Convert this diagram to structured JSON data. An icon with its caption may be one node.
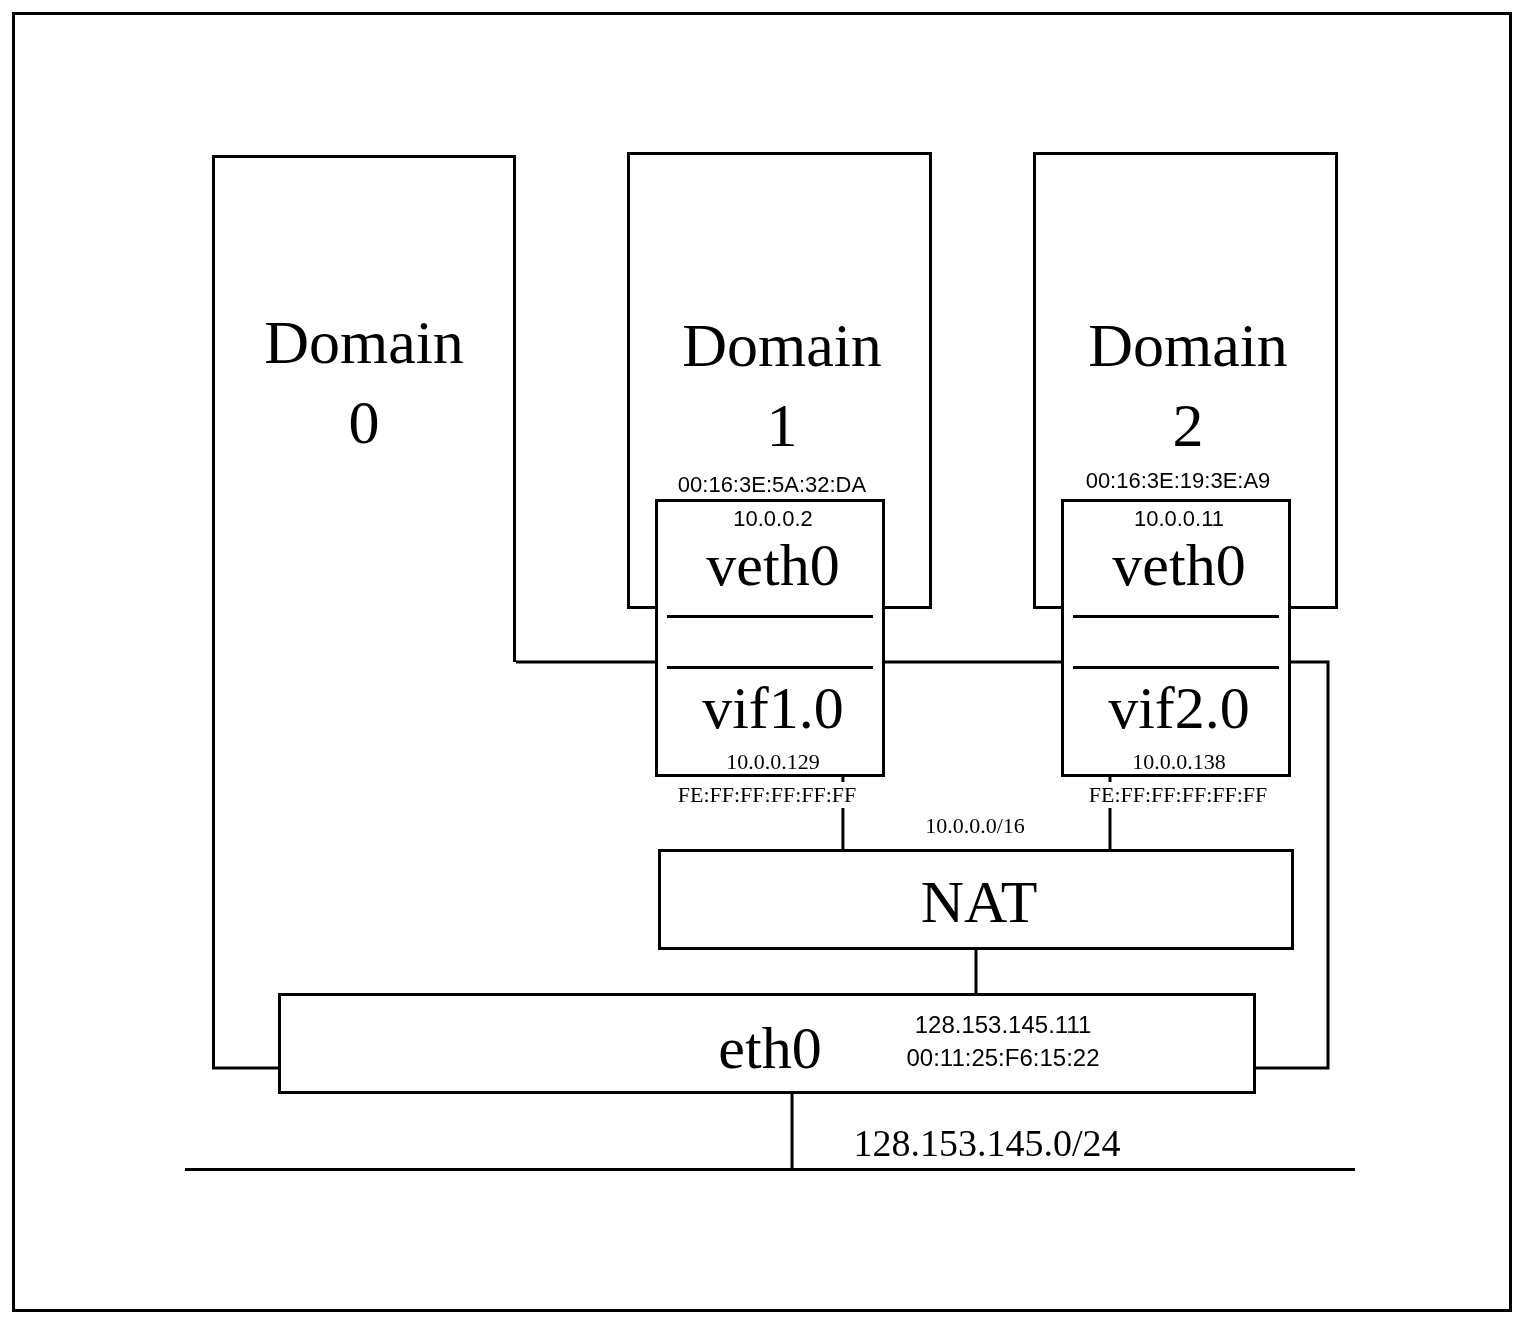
{
  "diagram": {
    "nodes": [
      {
        "text": [
          "Domain 0"
        ]
      },
      {
        "text": [
          "Domain 1"
        ]
      },
      {
        "text": [
          "Domain 2"
        ]
      },
      {
        "text": [
          "10.0.0.2",
          "veth0",
          "vif1.0",
          "10.0.0.129"
        ],
        "beside": [
          "00:16:3E:5A:32:DA",
          "FE:FF:FF:FF:FF:FF"
        ]
      },
      {
        "text": [
          "10.0.0.11",
          "veth0",
          "vif2.0",
          "10.0.0.138"
        ],
        "beside": [
          "00:16:3E:19:3E:A9",
          "FE:FF:FF:FF:FF:FF"
        ]
      },
      {
        "text": [
          "NAT"
        ]
      },
      {
        "text": [
          "eth0",
          "128.153.145.111 00:11:25:F6:15:22"
        ]
      },
      {
        "text": [],
        "shape": "bar",
        "beside": [
          "128.153.145.0/24"
        ]
      }
    ],
    "edges": [
      {
        "from": 0,
        "to": 3,
        "arrow": "none"
      },
      {
        "from": 3,
        "to": 4,
        "arrow": "none"
      },
      {
        "from": 4,
        "to": 6,
        "arrow": "none"
      },
      {
        "from": 0,
        "to": 6,
        "arrow": "none"
      },
      {
        "from": 3,
        "to": 5,
        "arrow": "none"
      },
      {
        "from": 4,
        "to": 5,
        "arrow": "none"
      },
      {
        "from": 5,
        "to": 6,
        "arrow": "none"
      },
      {
        "from": 6,
        "to": 7,
        "arrow": "none"
      }
    ],
    "labels": [
      "10.0.0.0/16"
    ]
  }
}
